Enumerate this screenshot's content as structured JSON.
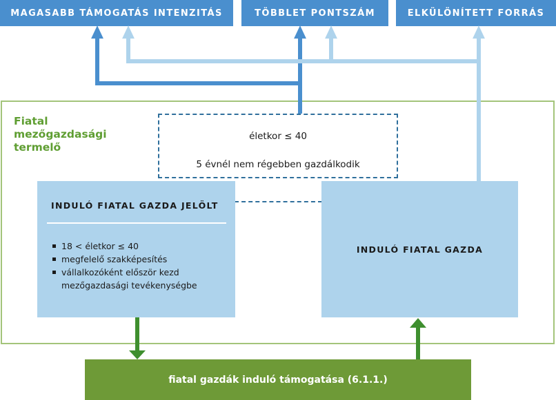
{
  "top_boxes": {
    "intensity": "MAGASABB TÁMOGATÁS INTENZITÁS",
    "extra_points": "TÖBBLET PONTSZÁM",
    "separate_source": "ELKÜLÖNÍTETT FORRÁS"
  },
  "frame_label": "Fiatal\nmezőgazdasági\ntermelő",
  "conditions": {
    "age": "életkor ≤ 40",
    "farming": "5 évnél nem régebben gazdálkodik"
  },
  "left_panel": {
    "title": "INDULÓ FIATAL GAZDA JELÖLT",
    "bullets": [
      "18 < életkor ≤ 40",
      "megfelelő szakképesítés",
      "vállalkozóként először kezd mezőgazdasági tevékenységbe"
    ]
  },
  "right_panel": {
    "title": "INDULÓ FIATAL GAZDA"
  },
  "bottom_box": "fiatal gazdák induló támogatása (6.1.1.)",
  "colors": {
    "dark_blue": "#4a8fce",
    "light_blue": "#aed3ec",
    "green": "#6e9a37",
    "arrow_green": "#3f8f2f",
    "dash_blue": "#2f6f9c"
  }
}
